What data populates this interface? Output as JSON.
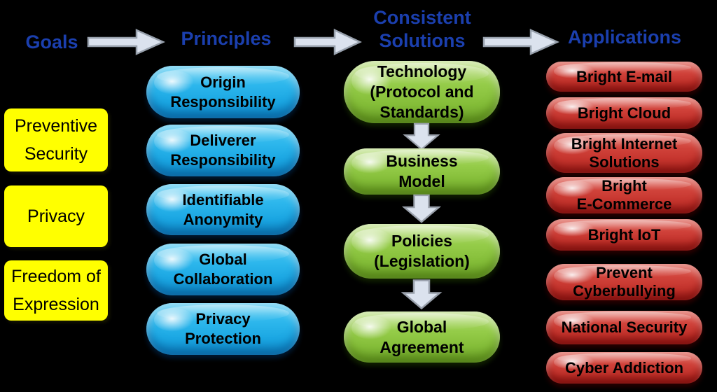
{
  "colors": {
    "background": "#000000",
    "header_text": "#1b3fae",
    "arrow_fill": "#dbe2ee",
    "arrow_border": "#97a0ac",
    "goal_box_fill": "#ffff00",
    "principle_pill_fill": "#29b4ea",
    "solution_pill_fill": "#8cc63e",
    "application_pill_fill": "#c4332c",
    "pill_text": "#000000"
  },
  "headers": {
    "goals": "Goals",
    "principles": "Principles",
    "solutions": "Consistent\nSolutions",
    "applications": "Applications"
  },
  "goals": {
    "items": [
      {
        "label": "Preventive\nSecurity"
      },
      {
        "label": "Privacy"
      },
      {
        "label": "Freedom of\nExpression"
      }
    ]
  },
  "principles": {
    "items": [
      {
        "label": "Origin\nResponsibility"
      },
      {
        "label": "Deliverer\nResponsibility"
      },
      {
        "label": "Identifiable\nAnonymity"
      },
      {
        "label": "Global\nCollaboration"
      },
      {
        "label": "Privacy\nProtection"
      }
    ]
  },
  "solutions": {
    "items": [
      {
        "label": "Technology\n(Protocol and\nStandards)"
      },
      {
        "label": "Business\nModel"
      },
      {
        "label": "Policies\n(Legislation)"
      },
      {
        "label": "Global\nAgreement"
      }
    ]
  },
  "applications": {
    "items": [
      {
        "label": "Bright E-mail"
      },
      {
        "label": "Bright Cloud"
      },
      {
        "label": "Bright Internet\nSolutions"
      },
      {
        "label": "Bright\nE-Commerce"
      },
      {
        "label": "Bright IoT"
      },
      {
        "label": "Prevent\nCyberbullying"
      },
      {
        "label": "National Security"
      },
      {
        "label": "Cyber Addiction"
      }
    ]
  }
}
